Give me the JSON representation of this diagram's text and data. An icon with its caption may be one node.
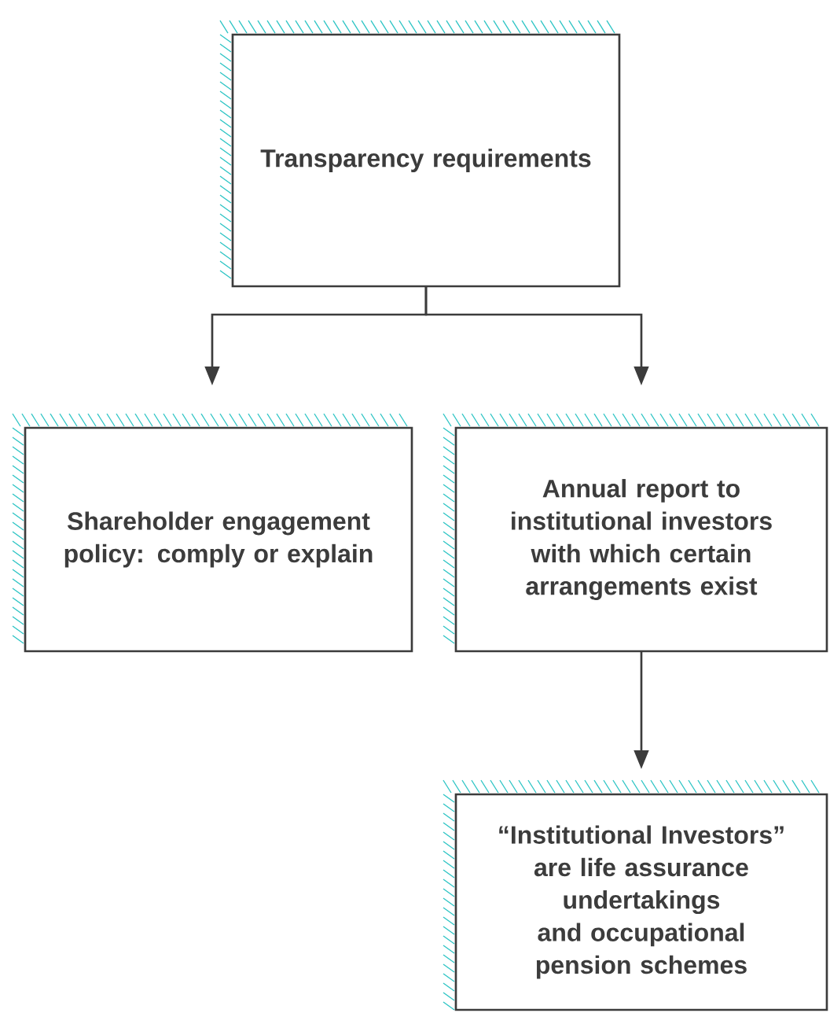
{
  "diagram": {
    "nodes": [
      {
        "text": [
          "Transparency requirements"
        ]
      },
      {
        "text": [
          "Shareholder engagement policy: comply or explain"
        ]
      },
      {
        "text": [
          "Annual report to institutional investors with which certain arrangements exist"
        ]
      },
      {
        "text": [
          "“Institutional Investors” are life assurance undertakings and occupational pension schemes"
        ]
      }
    ],
    "edges": [
      {
        "from": 0,
        "to": 1,
        "arrow": "to"
      },
      {
        "from": 0,
        "to": 2,
        "arrow": "to"
      },
      {
        "from": 2,
        "to": 3,
        "arrow": "to"
      }
    ]
  }
}
